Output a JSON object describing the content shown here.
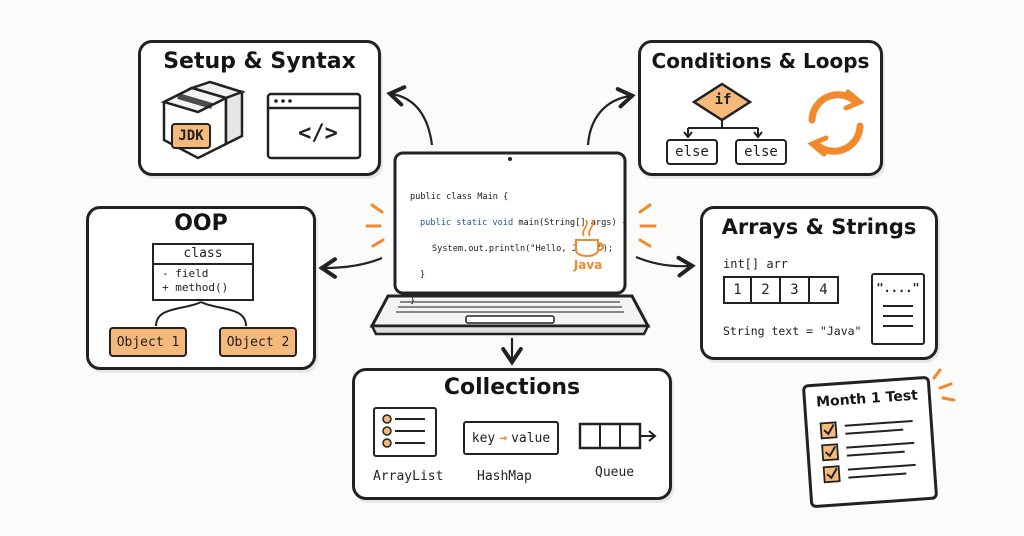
{
  "setup": {
    "title": "Setup & Syntax",
    "jdk_label": "JDK",
    "code_icon": "</>",
    "icons": [
      "package-box-icon",
      "browser-window-icon"
    ]
  },
  "conditions": {
    "title": "Conditions & Loops",
    "if_label": "if",
    "else_left": "else",
    "else_right": "else",
    "icons": [
      "decision-diamond-icon",
      "loop-arrows-icon"
    ]
  },
  "oop": {
    "title": "OOP",
    "class_name": "class",
    "field": "- field",
    "method": "+ method()",
    "object1": "Object 1",
    "object2": "Object 2"
  },
  "laptop": {
    "code": {
      "line1": "public class Main {",
      "line2_kw": "public static void",
      "line2_rest": " main(String[] args) {",
      "line3": "System.out.println(\"Hello, Java!\");",
      "line4": "}",
      "line5": "}"
    },
    "java_label": "Java",
    "icons": [
      "java-cup-icon"
    ]
  },
  "arrays": {
    "title": "Arrays & Strings",
    "decl": "int[] arr",
    "cells": [
      "1",
      "2",
      "3",
      "4"
    ],
    "string_decl": "String text = \"Java\"",
    "quote_label": "\"....\""
  },
  "collections": {
    "title": "Collections",
    "arraylist": "ArrayList",
    "hashmap": "HashMap",
    "queue": "Queue",
    "key": "key",
    "value": "value"
  },
  "test": {
    "title": "Month 1 Test",
    "icons": [
      "checkbox-icon"
    ]
  },
  "colors": {
    "accent_orange": "#f6b97c",
    "arrow_orange": "#f08a2c",
    "ink": "#222222",
    "keyword_blue": "#2255a4"
  }
}
